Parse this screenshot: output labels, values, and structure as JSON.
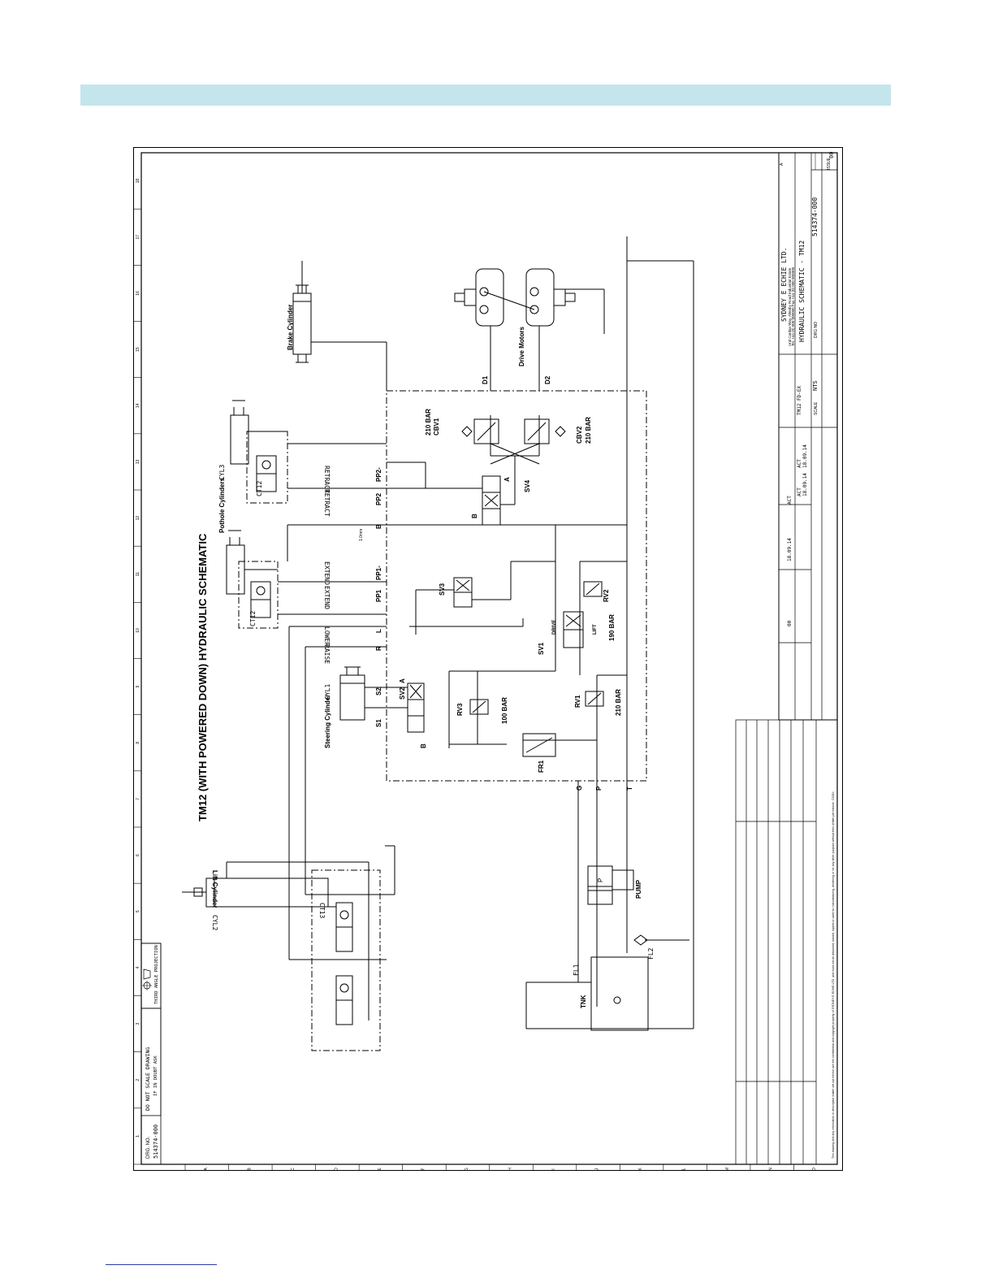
{
  "title": "TM12 (WITH POWERED DOWN) HYDRAULIC SCHEMATIC",
  "components": {
    "brake_cylinder": "Brake Cylinder",
    "drive_motors": "Drive Motors",
    "pothole_cylinders": "Pothole Cylinders",
    "cyl3": "CYL3",
    "cyl2": "CYL2",
    "cyl1": "CYL1",
    "ct12": "CT12",
    "ct13": "CT13",
    "lift_cylinder": "Lift Cylinder",
    "steering_cylinder": "Steering Cylinder",
    "pump": "PUMP",
    "pump_p": "P",
    "tnk": "TNK",
    "fl1": "FL1",
    "fl2": "FL2",
    "fr1": "FR1",
    "sv1": "SV1",
    "sv2": "SV2",
    "sv3": "SV3",
    "sv4": "SV4",
    "rv1": "RV1",
    "rv2": "RV2",
    "rv3": "RV3",
    "cbv1": "CBV1",
    "cbv2": "CBV2",
    "bar_210": "210 BAR",
    "bar_190": "190 BAR",
    "bar_100": "100 BAR",
    "drive": "DRIVE",
    "lift": "LIFT",
    "orifice": "1.0mm"
  },
  "ports": {
    "d1": "D1",
    "d2": "D2",
    "pp2m": "PP2-",
    "pp2": "PP2",
    "b": "B",
    "pp1m": "PP1-",
    "pp1": "PP1",
    "l": "L",
    "r": "R",
    "s2": "S2",
    "s1": "S1",
    "g": "G",
    "p": "P",
    "t": "T",
    "sv4_b": "B",
    "sv4_a": "A",
    "sv2_b": "B",
    "sv2_a": "A"
  },
  "line_labels": {
    "retract": "RETRACT",
    "extend": "EXTEND",
    "lower": "LOWER",
    "raise": "RAISE"
  },
  "frame": {
    "columns": [
      "1",
      "2",
      "3",
      "4",
      "5",
      "6",
      "7",
      "8",
      "9",
      "10",
      "11",
      "12",
      "13",
      "14",
      "15",
      "16",
      "17",
      "18"
    ],
    "rows": [
      "A",
      "B",
      "C",
      "D",
      "E",
      "F",
      "G",
      "H",
      "I",
      "J",
      "K",
      "L",
      "M",
      "N",
      "O"
    ]
  },
  "title_block": {
    "company": "SYDNEY E ECHIE LTD.",
    "address1": "Unit Cardan Way, Allenby Road Industrial Estate",
    "address2": "Tel. +44 (0) 000 000000   Fax +44 (0) 000 000000",
    "drawing_title": "HYDRAULIC SCHEMATIC - TM12",
    "drawing_no_label": "DRG NO",
    "drawing_no": "514374-000",
    "scale_label": "SCALE",
    "scale": "NTS",
    "issue_label": "ISSUE",
    "issue": "00",
    "part_label": "TM12 FD-EX",
    "drawn": "ACT",
    "date1": "18.09.14",
    "date2": "18.09.14",
    "approved": "ACT",
    "rev_date": "18.09.14",
    "rev_by": "ACT",
    "size": "A"
  },
  "notes": {
    "do_not_scale": "DO NOT SCALE DRAWING",
    "if_in_doubt": "IF IN DOUBT ASK",
    "projection": "THIRD ANGLE PROJECTION",
    "drg_no_short": "DRG. NO.",
    "drg_no_value": "514374-000",
    "confidential": "This drawing and any information or descriptive matter set out hereon are the confidential and copyright property of SYDNEY E ECHIE LTD. and must not be disclosed, loaned, copied or used for manufacturing, tendering or for any other purpose without their written permission. ©2014"
  }
}
